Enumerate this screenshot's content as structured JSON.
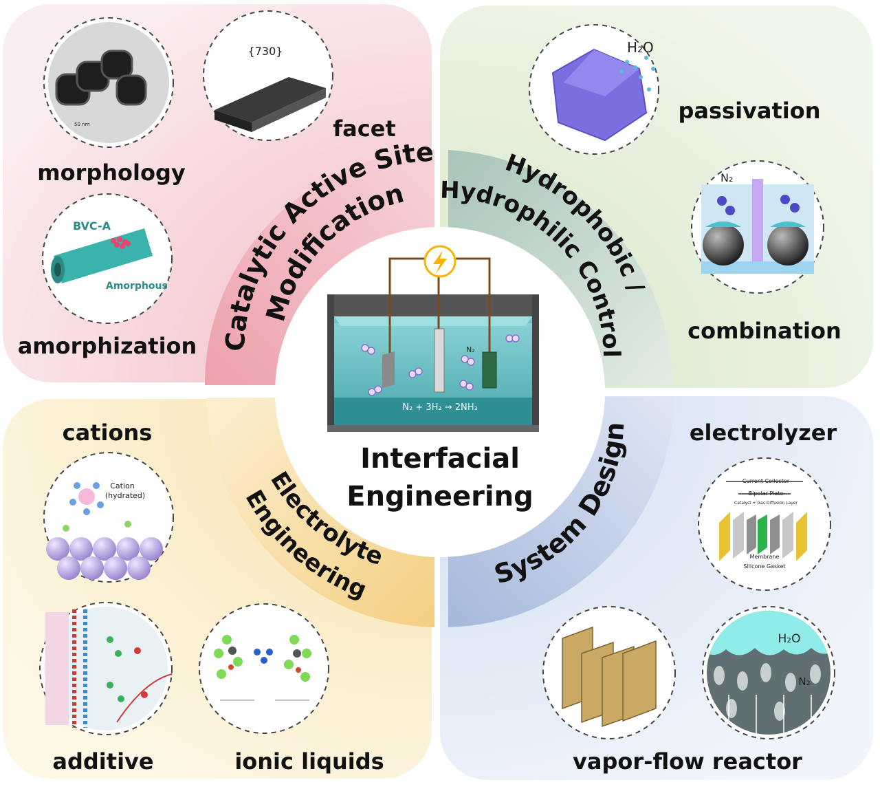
{
  "center": {
    "title_line1": "Interfacial",
    "title_line2": "Engineering",
    "equation": "N₂ + 3H₂ → 2NH₃",
    "n2_label": "N₂"
  },
  "arcs": {
    "catalytic": {
      "line1": "Catalytic Active Site",
      "line2": "Modification"
    },
    "hydro": {
      "line1": "Hydrophobic /",
      "line2": "Hydrophilic Control"
    },
    "electrolyte": {
      "line1": "Electrolyte",
      "line2": "Engineering"
    },
    "system": {
      "line1": "System Design"
    }
  },
  "labels": {
    "morphology": "morphology",
    "facet": "facet",
    "amorphization": "amorphization",
    "passivation": "passivation",
    "combination": "combination",
    "cations": "cations",
    "additive": "additive",
    "ionic_liquids": "ionic liquids",
    "electrolyzer": "electrolyzer",
    "vapor_flow": "vapor-flow reactor"
  },
  "insets": {
    "morphology_scale": "50 nm",
    "facet_index": "{730}",
    "bvc": "BVC-A",
    "amorphous": "Amorphous",
    "water": "H₂O",
    "nitrogen": "N₂",
    "cation": "Cation",
    "hydrated": "(hydrated)",
    "current_collector": "Current Collector",
    "bipolar_plate": "Bipolar Plate",
    "catalyst_gdl": "Catalyst + Gas Diffusion Layer",
    "membrane": "Membrane",
    "gasket": "Silicone Gasket",
    "vapor_water": "H₂O",
    "vapor_n2": "N₂"
  },
  "colors": {
    "pink": "#f6d5d8",
    "green": "#e3eed8",
    "yellow": "#fbedcc",
    "blue": "#e4ebf6",
    "arc_pink": "#eda0ab",
    "arc_green": "#b7cdc1",
    "arc_yellow": "#f5d58f",
    "arc_blue": "#aebfde",
    "water": "#6cc8cc",
    "bolt": "#f5b400"
  }
}
